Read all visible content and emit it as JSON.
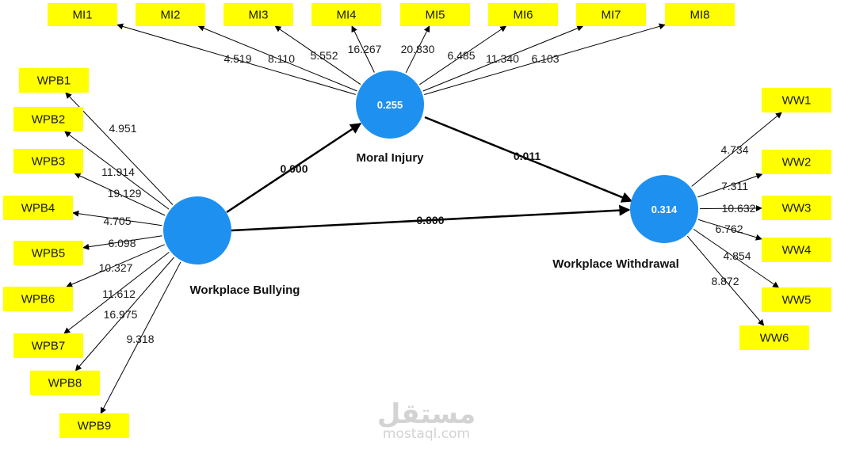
{
  "constructs": {
    "mi": {
      "name": "Moral Injury",
      "r2": "0.255"
    },
    "wpb": {
      "name": "Workplace Bullying",
      "r2": ""
    },
    "ww": {
      "name": "Workplace Withdrawal",
      "r2": "0.314"
    }
  },
  "paths": [
    {
      "from": "wpb",
      "to": "mi",
      "value": "0.000"
    },
    {
      "from": "mi",
      "to": "ww",
      "value": "0.011"
    },
    {
      "from": "wpb",
      "to": "ww",
      "value": "0.000"
    }
  ],
  "indicators": {
    "mi": [
      {
        "label": "MI1",
        "weight": "4.519"
      },
      {
        "label": "MI2",
        "weight": "8.110"
      },
      {
        "label": "MI3",
        "weight": "5.552"
      },
      {
        "label": "MI4",
        "weight": "16.267"
      },
      {
        "label": "MI5",
        "weight": "20.830"
      },
      {
        "label": "MI6",
        "weight": "6.485"
      },
      {
        "label": "MI7",
        "weight": "11.340"
      },
      {
        "label": "MI8",
        "weight": "6.103"
      }
    ],
    "wpb": [
      {
        "label": "WPB1",
        "weight": "4.951"
      },
      {
        "label": "WPB2",
        "weight": "11.914"
      },
      {
        "label": "WPB3",
        "weight": "19.129"
      },
      {
        "label": "WPB4",
        "weight": "4.705"
      },
      {
        "label": "WPB5",
        "weight": "6.098"
      },
      {
        "label": "WPB6",
        "weight": "10.327"
      },
      {
        "label": "WPB7",
        "weight": "11.612"
      },
      {
        "label": "WPB8",
        "weight": "16.975"
      },
      {
        "label": "WPB9",
        "weight": "9.318"
      }
    ],
    "ww": [
      {
        "label": "WW1",
        "weight": "4.734"
      },
      {
        "label": "WW2",
        "weight": "7.311"
      },
      {
        "label": "WW3",
        "weight": "10.632"
      },
      {
        "label": "WW4",
        "weight": "6.762"
      },
      {
        "label": "WW5",
        "weight": "4.854"
      },
      {
        "label": "WW6",
        "weight": "8.872"
      }
    ]
  },
  "watermark": {
    "logo": "مستقل",
    "site": "mostaql.com"
  },
  "colors": {
    "indicator_fill": "#ffff00",
    "construct_fill": "#1e90f0",
    "line": "#000000"
  }
}
